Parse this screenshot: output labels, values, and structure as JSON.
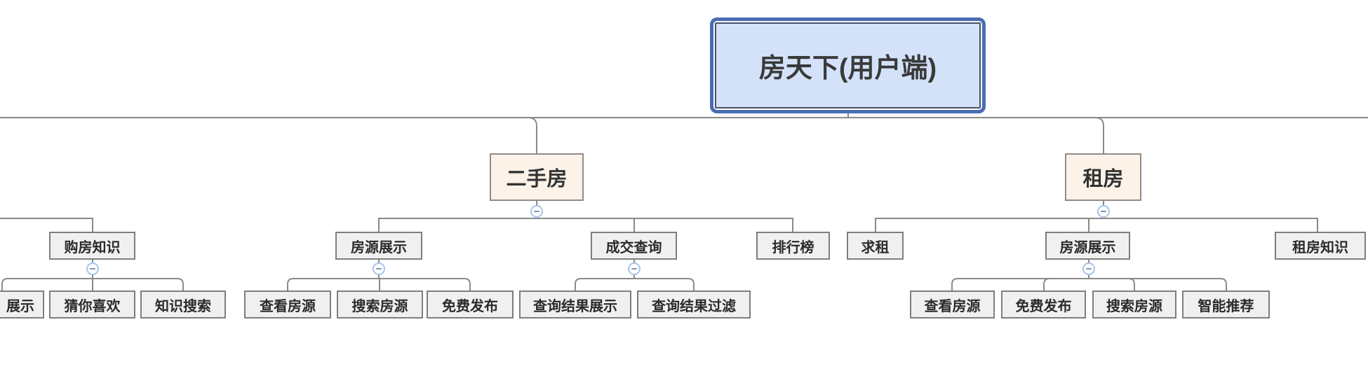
{
  "colors": {
    "line": "#8A8A8A",
    "root_fill": "#D3E2F8",
    "root_border": "#4A6CB3",
    "root_inner_border": "#46516B",
    "branch_fill": "#FCF2E8",
    "branch_border": "#8C8C8C",
    "node_fill": "#F0F0F0",
    "node_border": "#7E7E7E",
    "collapse_border": "#A8C4E8",
    "collapse_minus": "#8195B2"
  },
  "icons": {
    "collapse": "minus-circle"
  },
  "mindmap": {
    "root": {
      "label": "房天下(用户端)"
    },
    "branches": [
      {
        "label": "二手房",
        "children": [
          {
            "label": "房源展示",
            "children": [
              {
                "label": "查看房源"
              },
              {
                "label": "搜索房源"
              },
              {
                "label": "免费发布"
              }
            ]
          },
          {
            "label": "成交查询",
            "children": [
              {
                "label": "查询结果展示"
              },
              {
                "label": "查询结果过滤"
              }
            ]
          },
          {
            "label": "排行榜"
          }
        ]
      },
      {
        "label": "租房",
        "children": [
          {
            "label": "求租"
          },
          {
            "label": "房源展示",
            "children": [
              {
                "label": "查看房源"
              },
              {
                "label": "免费发布"
              },
              {
                "label": "搜索房源"
              },
              {
                "label": "智能推荐"
              }
            ]
          },
          {
            "label": "租房知识"
          }
        ]
      }
    ],
    "left_branch": {
      "children": [
        {
          "label": "购房知识",
          "children": [
            {
              "label": "展示"
            },
            {
              "label": "猜你喜欢"
            },
            {
              "label": "知识搜索"
            }
          ]
        }
      ]
    }
  }
}
